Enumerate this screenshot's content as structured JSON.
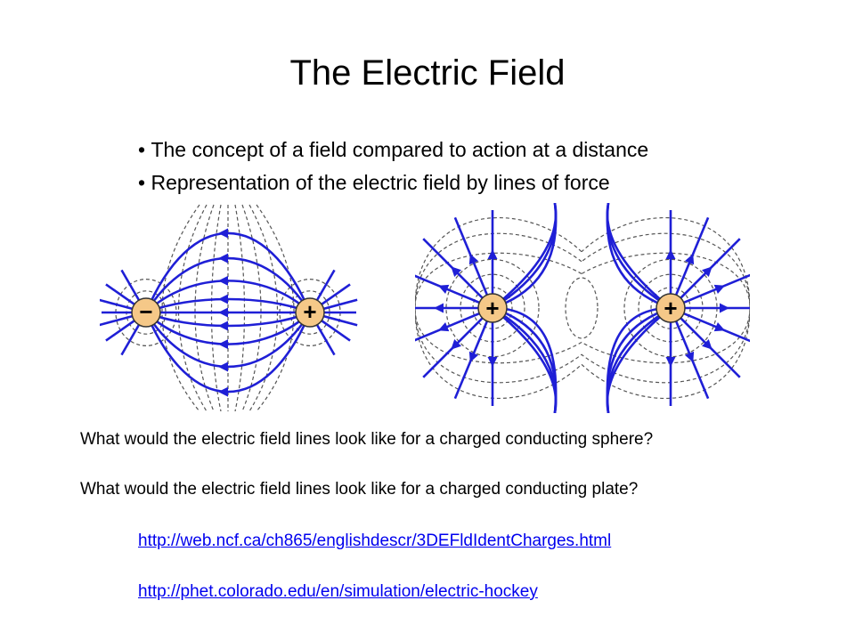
{
  "slide": {
    "title": "The Electric Field",
    "bullets": [
      "The concept of a field compared to action at a distance",
      "Representation of the electric field by lines of force"
    ],
    "questions": [
      "What would the electric field lines look like for a charged conducting sphere?",
      "What would the electric field lines look like for a charged conducting plate?"
    ],
    "links": [
      "http://web.ncf.ca/ch865/englishdescr/3DEFldIdentCharges.html",
      "http://phet.colorado.edu/en/simulation/electric-hockey"
    ]
  },
  "figures": {
    "dipole": {
      "charges": [
        "−",
        "+"
      ]
    },
    "like_charges": {
      "charges": [
        "+",
        "+"
      ]
    }
  },
  "colors": {
    "field_line": "#1f1fd6",
    "equipotential": "#555555",
    "charge_fill": "#f5c888",
    "link": "#0000ee"
  }
}
